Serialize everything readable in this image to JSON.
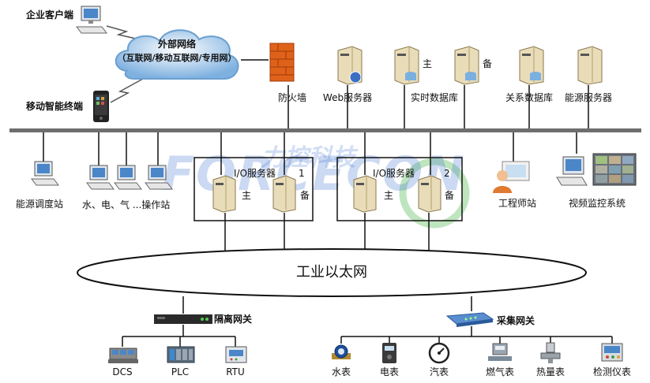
{
  "watermark": {
    "brand_cn": "力控科技",
    "brand_en": "FORCECON"
  },
  "top": {
    "enterprise_client": "企业客户端",
    "mobile_terminal": "移动智能终端",
    "cloud_title": "外部网络",
    "cloud_subtitle": "（互联网/移动互联网/专用网）",
    "firewall": "防火墙",
    "web_server": "Web服务器",
    "realtime_db": "实时数据库",
    "relational_db": "关系数据库",
    "energy_server": "能源服务器",
    "primary": "主",
    "backup": "备"
  },
  "middle": {
    "dispatch_station": "能源调度站",
    "operator_station": "水、电、气 ...操作站",
    "io_server_1": "I/O服务器",
    "io_server_1_num": "1",
    "io_server_2": "I/O服务器",
    "io_server_2_num": "2",
    "primary": "主",
    "backup": "备",
    "engineer_station": "工程师站",
    "video_system": "视频监控系统"
  },
  "ethernet": {
    "label": "工业以太网"
  },
  "bottom": {
    "isolation_gateway": "隔离网关",
    "collection_gateway": "采集网关",
    "devices_left": [
      "DCS",
      "PLC",
      "RTU"
    ],
    "devices_right": [
      "水表",
      "电表",
      "汽表",
      "燃气表",
      "热量表",
      "检测仪表"
    ]
  },
  "colors": {
    "line": "#111111",
    "bus": "#6e6e6e",
    "watermark": "#4678d2",
    "ring": "#46b446"
  }
}
